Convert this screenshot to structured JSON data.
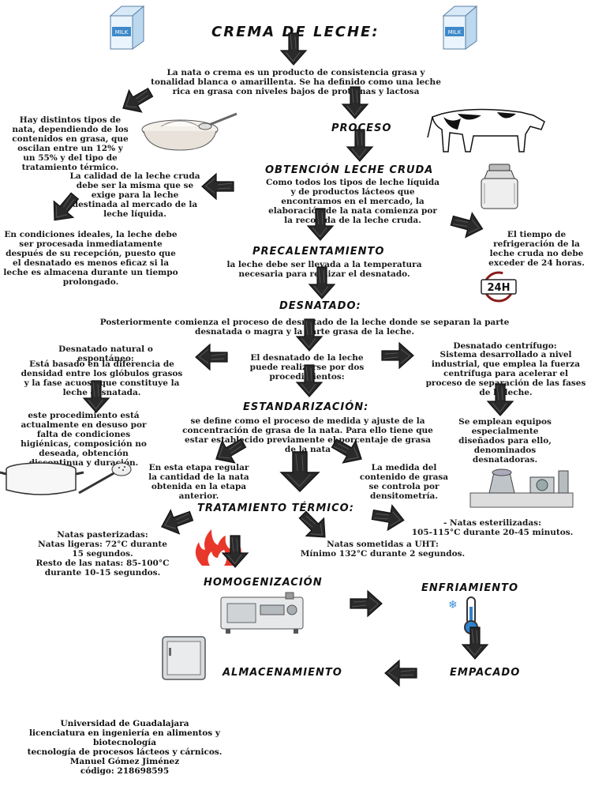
{
  "title": "CREMA DE LECHE:",
  "intro": "La nata o crema es un producto de consistencia grasa y tonalidad blanca o amarillenta.  Se ha definido como una leche rica en grasa con niveles bajos de proteínas y lactosa",
  "types_note": "Hay distintos tipos de nata, dependiendo de los contenidos en grasa, que oscilan entre un 12% y un 55% y del tipo de tratamiento térmico.",
  "milk_carton_label": "MILK",
  "steps": {
    "proceso": "PROCESO",
    "obtencion": "OBTENCIÓN LECHE CRUDA",
    "precalentamiento": "PRECALENTAMIENTO",
    "desnatado": "DESNATADO:",
    "estandarizacion": "ESTANDARIZACIÓN:",
    "tratamiento": "TRATAMIENTO TÉRMICO:",
    "homogenizacion": "HOMOGENIZACIÓN",
    "enfriamiento": "ENFRIAMIENTO",
    "empacado": "EMPACADO",
    "almacenamiento": "ALMACENAMIENTO"
  },
  "obtencion": {
    "quality": "La calidad de la leche cruda debe ser la misma que se exige para la leche destinada al mercado de la leche líquida.",
    "ideal": "En condiciones ideales, la leche debe ser procesada inmediatamente después de su recepción, puesto que el desnatado es menos eficaz si la leche es almacena durante un tiempo prolongado.",
    "desc": "Como todos los tipos de leche líquida y de productos lácteos que encontramos en el mercado, la elaboración de la nata comienza por la recogida de la leche cruda.",
    "time": "El tiempo de refrigeración de la leche cruda no debe exceder de 24 horas.",
    "badge": "24H"
  },
  "precalentamiento_desc": "la leche debe ser llevada a la temperatura necesaria para realizar el desnatado.",
  "desnatado": {
    "desc": "Posteriormente comienza el proceso de desnatado de la leche donde se separan la parte desnatada o magra y la parte grasa de la leche.",
    "center": "El desnatado de la leche puede realizarse por dos procedimientos:",
    "natural_title": "Desnatado natural o espontáneo:",
    "natural_desc": "Está basado en la diferencia de densidad entre los glóbulos grasos y la fase acuosa que constituye la leche desnatada.",
    "natural_note": "este procedimiento está actualmente en desuso por falta de condiciones higiénicas, composición no deseada, obtención discontinua y duración.",
    "centrifugo_title": "Desnatado centrífugo:",
    "centrifugo_desc": "Sistema desarrollado a nivel industrial, que emplea la fuerza centrífuga para acelerar el proceso de separación de las fases de la leche.",
    "centrifugo_note": "Se emplean equipos especialmente diseñados para ello, denominados desnatadoras."
  },
  "estandarizacion": {
    "desc": "se define como el proceso de medida y ajuste de la concentración de grasa de la nata. Para ello tiene que estar establecido previamente el porcentaje de grasa de la nata",
    "left": "En esta etapa regular la cantidad de la nata obtenida en la etapa anterior.",
    "right": "La medida del contenido de grasa se controla por densitometría."
  },
  "tratamiento": {
    "pasteurizadas": "Natas pasterizadas:\nNatas ligeras: 72°C durante 15 segundos.\nResto de las natas: 85-100°C durante 10-15 segundos.",
    "uht": "Natas sometidas a UHT:\nMínimo 132°C durante 2 segundos.",
    "esterilizadas": "- Natas esterilizadas:\n105-115°C durante 20-45 minutos."
  },
  "footer": "Universidad de Guadalajara\nlicenciatura en ingeniería en alimentos y biotecnología\ntecnología de procesos lácteos y cárnicos.\nManuel Gómez Jiménez\ncódigo: 218698595"
}
